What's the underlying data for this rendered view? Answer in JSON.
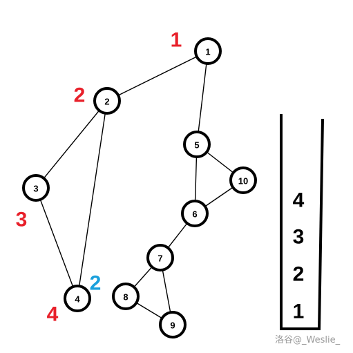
{
  "graph": {
    "nodes": [
      {
        "id": "1",
        "label": "1"
      },
      {
        "id": "2",
        "label": "2"
      },
      {
        "id": "3",
        "label": "3"
      },
      {
        "id": "4",
        "label": "4"
      },
      {
        "id": "5",
        "label": "5"
      },
      {
        "id": "6",
        "label": "6"
      },
      {
        "id": "7",
        "label": "7"
      },
      {
        "id": "8",
        "label": "8"
      },
      {
        "id": "9",
        "label": "9"
      },
      {
        "id": "10",
        "label": "10"
      }
    ],
    "edges": [
      [
        "1",
        "2"
      ],
      [
        "1",
        "5"
      ],
      [
        "2",
        "3"
      ],
      [
        "2",
        "4"
      ],
      [
        "3",
        "4"
      ],
      [
        "5",
        "10"
      ],
      [
        "5",
        "6"
      ],
      [
        "6",
        "10"
      ],
      [
        "6",
        "7"
      ],
      [
        "7",
        "8"
      ],
      [
        "7",
        "9"
      ],
      [
        "8",
        "9"
      ]
    ]
  },
  "annotations": [
    {
      "text": "1",
      "node": "1",
      "color": "#e8202a"
    },
    {
      "text": "2",
      "node": "2",
      "color": "#e8202a"
    },
    {
      "text": "3",
      "node": "3",
      "color": "#e8202a"
    },
    {
      "text": "4",
      "node": "4",
      "color": "#e8202a"
    },
    {
      "text": "2",
      "node": "4",
      "color": "#1aa0dc"
    }
  ],
  "stack": {
    "items_top_to_bottom": [
      "4",
      "3",
      "2",
      "1"
    ]
  },
  "watermark": "洛谷@_Weslie_",
  "colors": {
    "annotation_red": "#e8202a",
    "annotation_blue": "#1aa0dc"
  }
}
